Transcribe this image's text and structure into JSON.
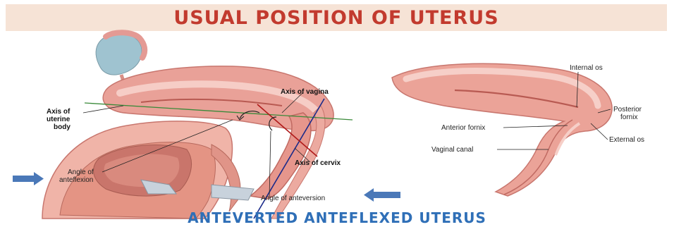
{
  "title": "USUAL POSITION OF UTERUS",
  "subtitle": "ANTEVERTED ANTEFLEXED UTERUS",
  "left_figure": {
    "labels": {
      "axis_of_vagina": "Axis of vagina",
      "axis_of_uterine_body_1": "Axis of",
      "axis_of_uterine_body_2": "uterine",
      "axis_of_uterine_body_3": "body",
      "axis_of_cervix": "Axis of cervix",
      "angle_of_anteflexion_1": "Angle of",
      "angle_of_anteflexion_2": "anteflexion",
      "angle_of_anteversion": "Angle of anteversion"
    }
  },
  "right_figure": {
    "labels": {
      "internal_os": "Internal os",
      "posterior_fornix_1": "Posterior",
      "posterior_fornix_2": "fornix",
      "anterior_fornix": "Anterior fornix",
      "external_os": "External os",
      "vaginal_canal": "Vaginal canal"
    }
  },
  "colors": {
    "title": "#c23a2e",
    "title_bg": "#f6e3d6",
    "subtitle": "#2f6fb7",
    "tissue": "#e99a8f",
    "arrow": "#4a78b8"
  },
  "icons": [
    "arrow-right-icon",
    "arrow-left-icon"
  ]
}
